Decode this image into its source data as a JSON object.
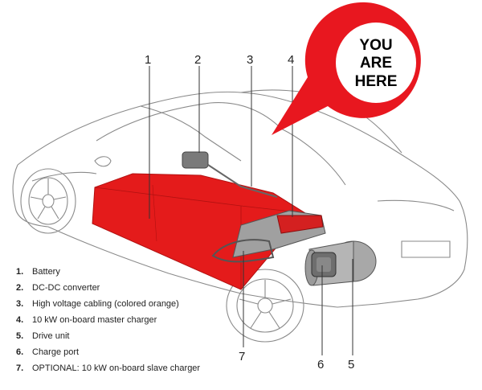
{
  "colors": {
    "accent_red": "#e8171f",
    "battery_red": "#e41b1b",
    "car_line": "#8a8a8a",
    "component_gray": "#9a9a9a"
  },
  "pin": {
    "line1": "YOU",
    "line2": "ARE",
    "line3": "HERE"
  },
  "callouts": [
    "1",
    "2",
    "3",
    "4",
    "7",
    "6",
    "5"
  ],
  "legend": [
    {
      "num": "1.",
      "label": "Battery"
    },
    {
      "num": "2.",
      "label": "DC-DC converter"
    },
    {
      "num": "3.",
      "label": "High voltage cabling (colored orange)"
    },
    {
      "num": "4.",
      "label": "10 kW on-board master charger"
    },
    {
      "num": "5.",
      "label": "Drive unit"
    },
    {
      "num": "6.",
      "label": "Charge port"
    },
    {
      "num": "7.",
      "label": "OPTIONAL: 10 kW on-board slave charger"
    }
  ]
}
